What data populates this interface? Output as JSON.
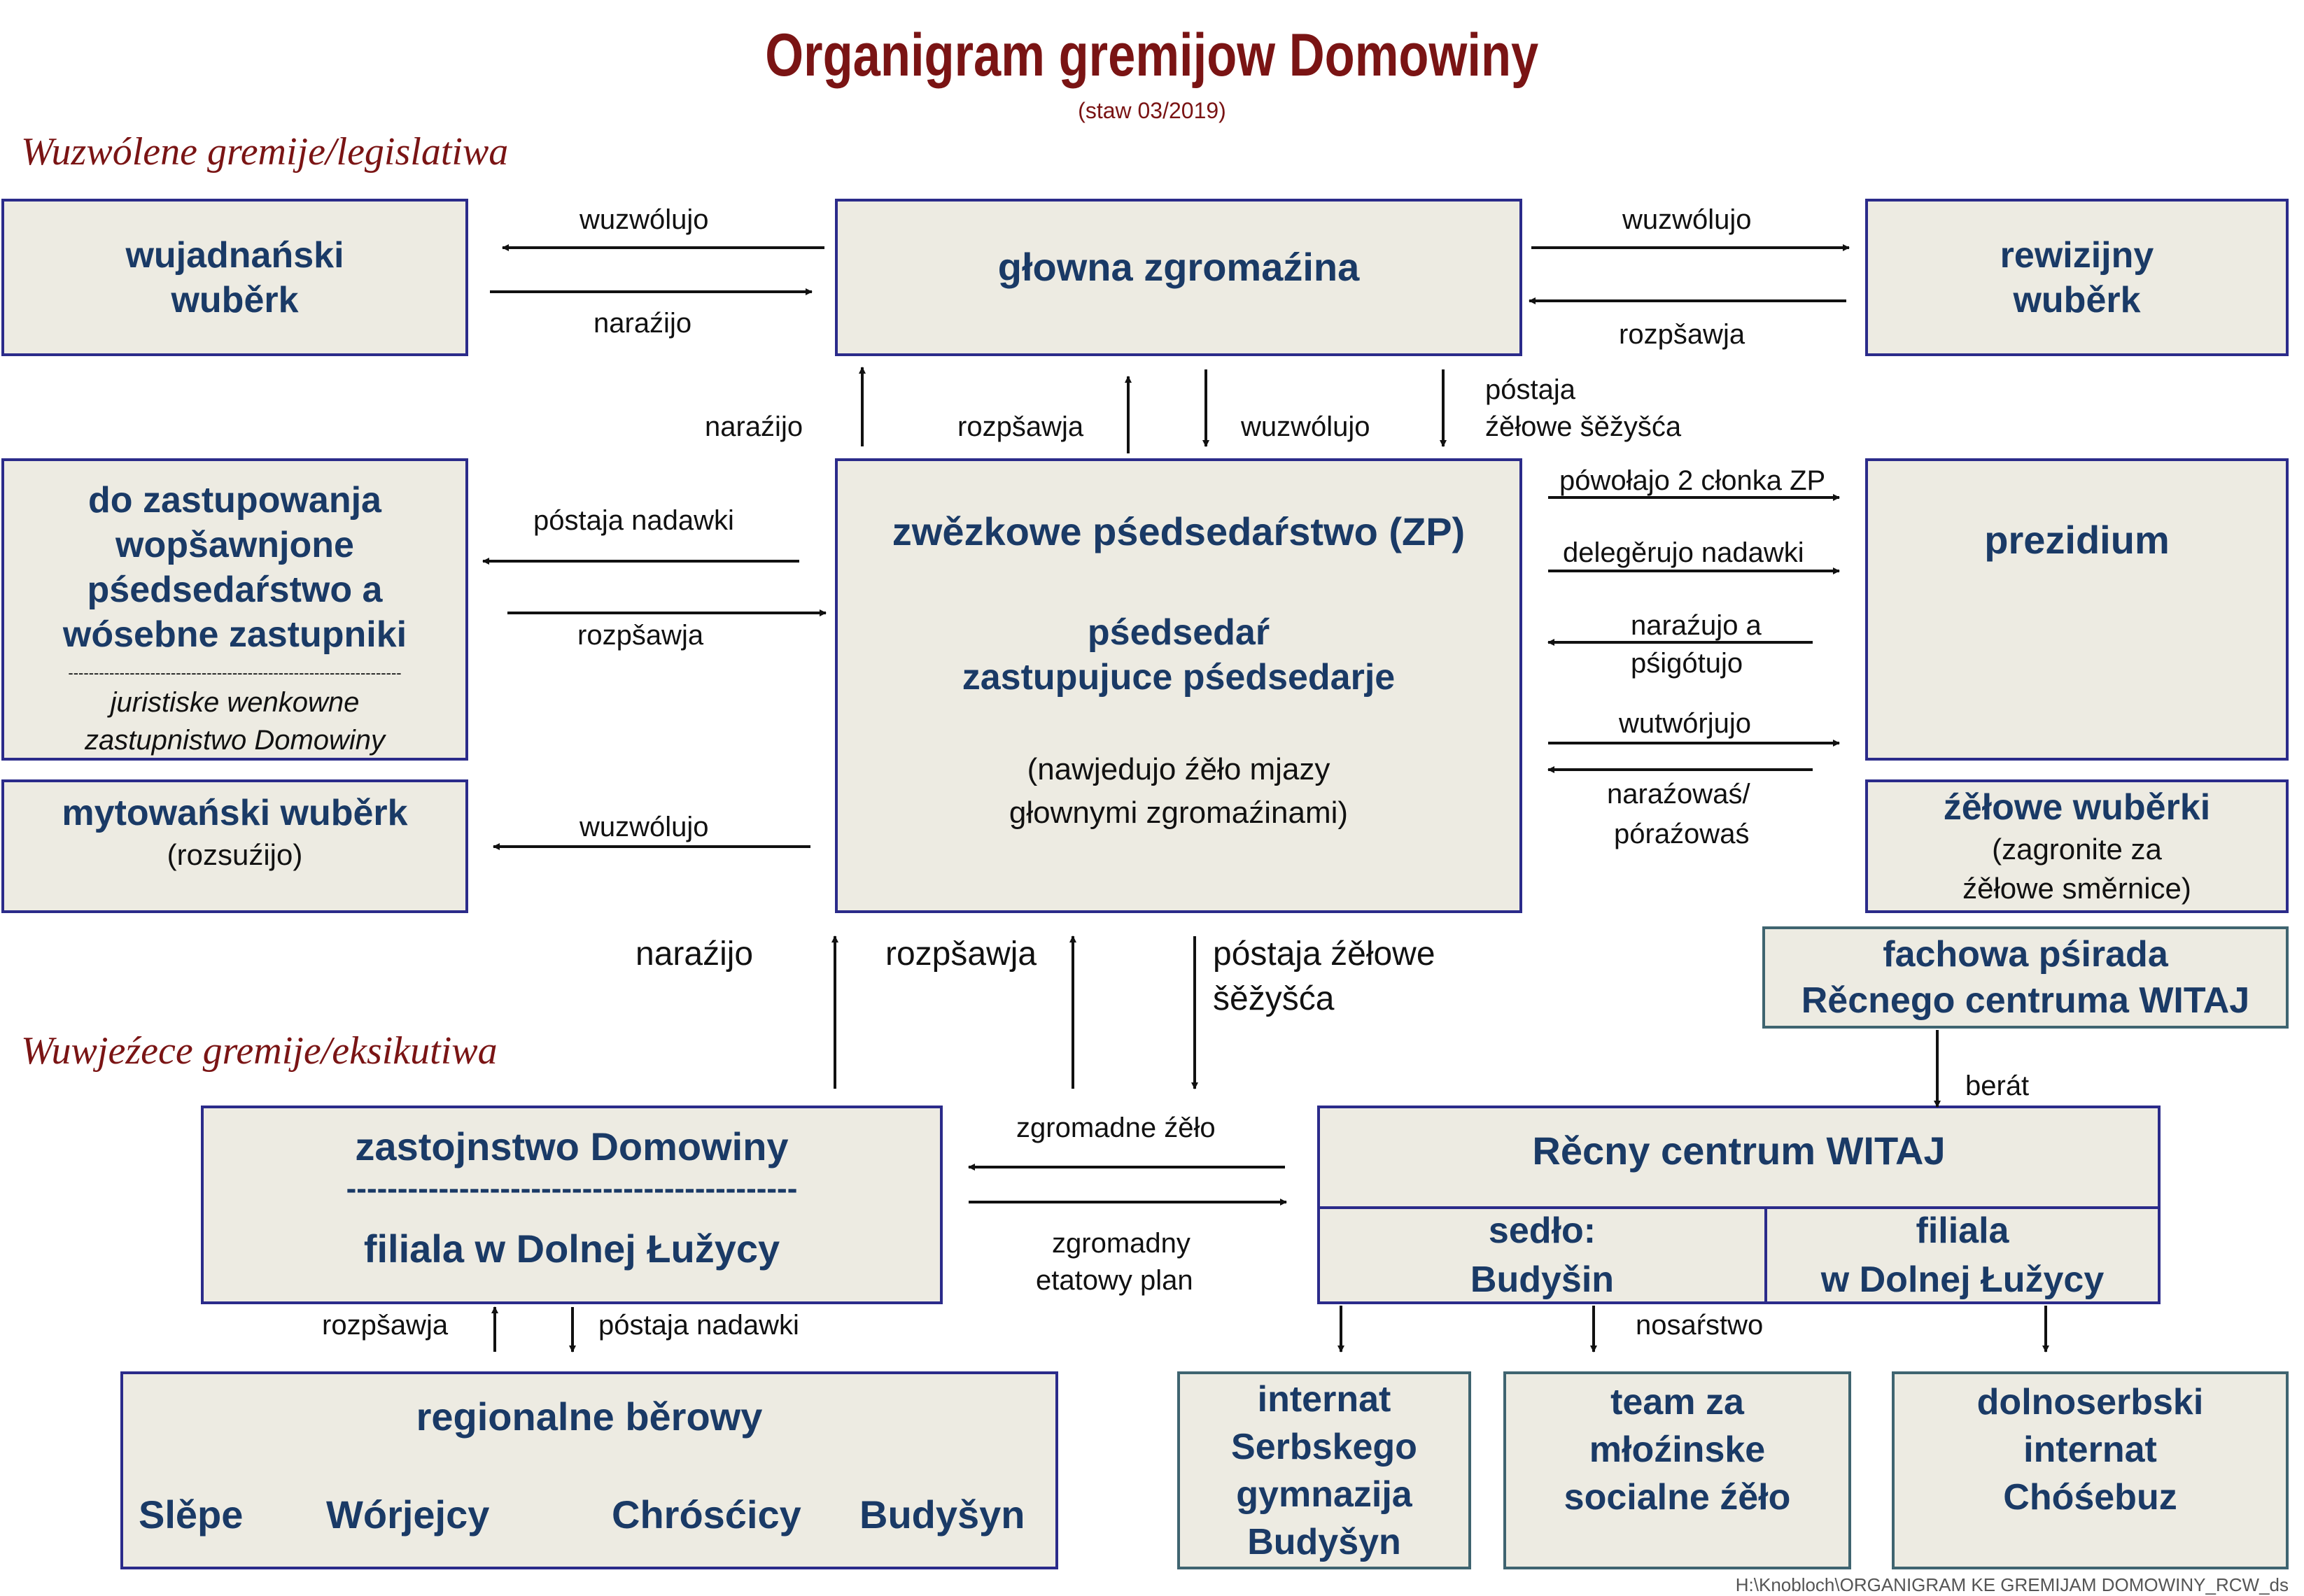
{
  "header": {
    "title": "Organigram gremijow Domowiny",
    "subtitle": "(staw 03/2019)"
  },
  "sections": {
    "legislative": "Wuzwólene gremije/legislatiwa",
    "executive": "Wuwjeźece gremije/eksikutiwa"
  },
  "boxes": {
    "wujadnanski": [
      "wujadnański",
      "wuběrk"
    ],
    "glowna": "głowna zgromaźina",
    "rewizijny": [
      "rewizijny",
      "wuběrk"
    ],
    "zastupowanja": [
      "do zastupowanja",
      "wopšawnjone",
      "pśedsedaŕstwo a",
      "wósebne zastupniki"
    ],
    "zastupowanja_divider": "-----------------------------------------------------------------",
    "zastupowanja_note": [
      "juristiske wenkowne",
      "zastupnistwo Domowiny"
    ],
    "mytowanski_title": "mytowański wuběrk",
    "mytowanski_note": "(rozsuźijo)",
    "zp_title": "zwězkowe pśedsedaŕstwo (ZP)",
    "zp_members": [
      "pśedsedaŕ",
      "zastupujuce pśedsedarje"
    ],
    "zp_note": [
      "(nawjedujo źěło mjazy",
      "głownymi zgromaźinami)"
    ],
    "prezidium": "prezidium",
    "zelowe_title": "źěłowe wuběrki",
    "zelowe_note": [
      "(zagronite za",
      "źěłowe směrnice)"
    ],
    "fachowa": [
      "fachowa pśirada",
      "Rěcnego centruma WITAJ"
    ],
    "zastojnstwo_title": "zastojnstwo Domowiny",
    "zastojnstwo_divider": "--------------------------------------------",
    "zastojnstwo_sub": "filiala w Dolnej Łužycy",
    "recny_title": "Rěcny centrum WITAJ",
    "recny_left": [
      "sedło:",
      "Budyšin"
    ],
    "recny_right": [
      "filiala",
      "w Dolnej Łužycy"
    ],
    "regionalne_title": "regionalne běrowy",
    "regionalne_places": [
      "Slěpe",
      "Wórjejcy",
      "Chrósćicy",
      "Budyšyn"
    ],
    "internat_serb": [
      "internat",
      "Serbskego",
      "gymnazija",
      "Budyšyn"
    ],
    "team": [
      "team za",
      "młoźinske",
      "socialne źěło"
    ],
    "dolnoserb": [
      "dolnoserbski",
      "internat",
      "Chóśebuz"
    ]
  },
  "labels": {
    "l_wuzwolujo_left": "wuzwólujo",
    "l_narazijo_left": "naraźijo",
    "l_wuzwolujo_right": "wuzwólujo",
    "l_rozpsawja_right": "rozpšawja",
    "l_narazijo_up": "naraźijo",
    "l_rozpsawja_up": "rozpšawja",
    "l_wuzwolujo_down": "wuzwólujo",
    "l_postaja_down": [
      "póstaja",
      "źěłowe šěžyšća"
    ],
    "l_postaja_nadawki": "póstaja nadawki",
    "l_rozpsawja_mid": "rozpšawja",
    "l_wuzwolujo_myt": "wuzwólujo",
    "l_powolajo": "pówołajo 2 cłonka ZP",
    "l_delegerujo": "delegěrujo nadawki",
    "l_narazujo": [
      "naraźujo a",
      "pśigótujo"
    ],
    "l_wutworjujo": "wutwórjujo",
    "l_narazowas": [
      "naraźowaś/",
      "póraźowaś"
    ],
    "l_narazijo_low": "naraźijo",
    "l_rozpsawja_low": "rozpšawja",
    "l_postaja_low": [
      "póstaja źěłowe",
      "šěžyšća"
    ],
    "l_zgromadne": "zgromadne źěło",
    "l_etatowy": [
      "zgromadny",
      "etatowy plan"
    ],
    "l_berat": "berát",
    "l_rozpsawja_bottom": "rozpšawja",
    "l_postaja_bottom": "póstaja nadawki",
    "l_nosarstwo": "nosaŕstwo"
  },
  "footer": "H:\\Knobloch\\ORGANIGRAM KE GREMIJAM DOMOWINY_RCW_ds",
  "colors": {
    "title": "#7a1414",
    "box_fill": "#edebe2",
    "box_border": "#2b2b8a",
    "box_border_alt": "#3f6470",
    "text_blue": "#1a3a66"
  }
}
